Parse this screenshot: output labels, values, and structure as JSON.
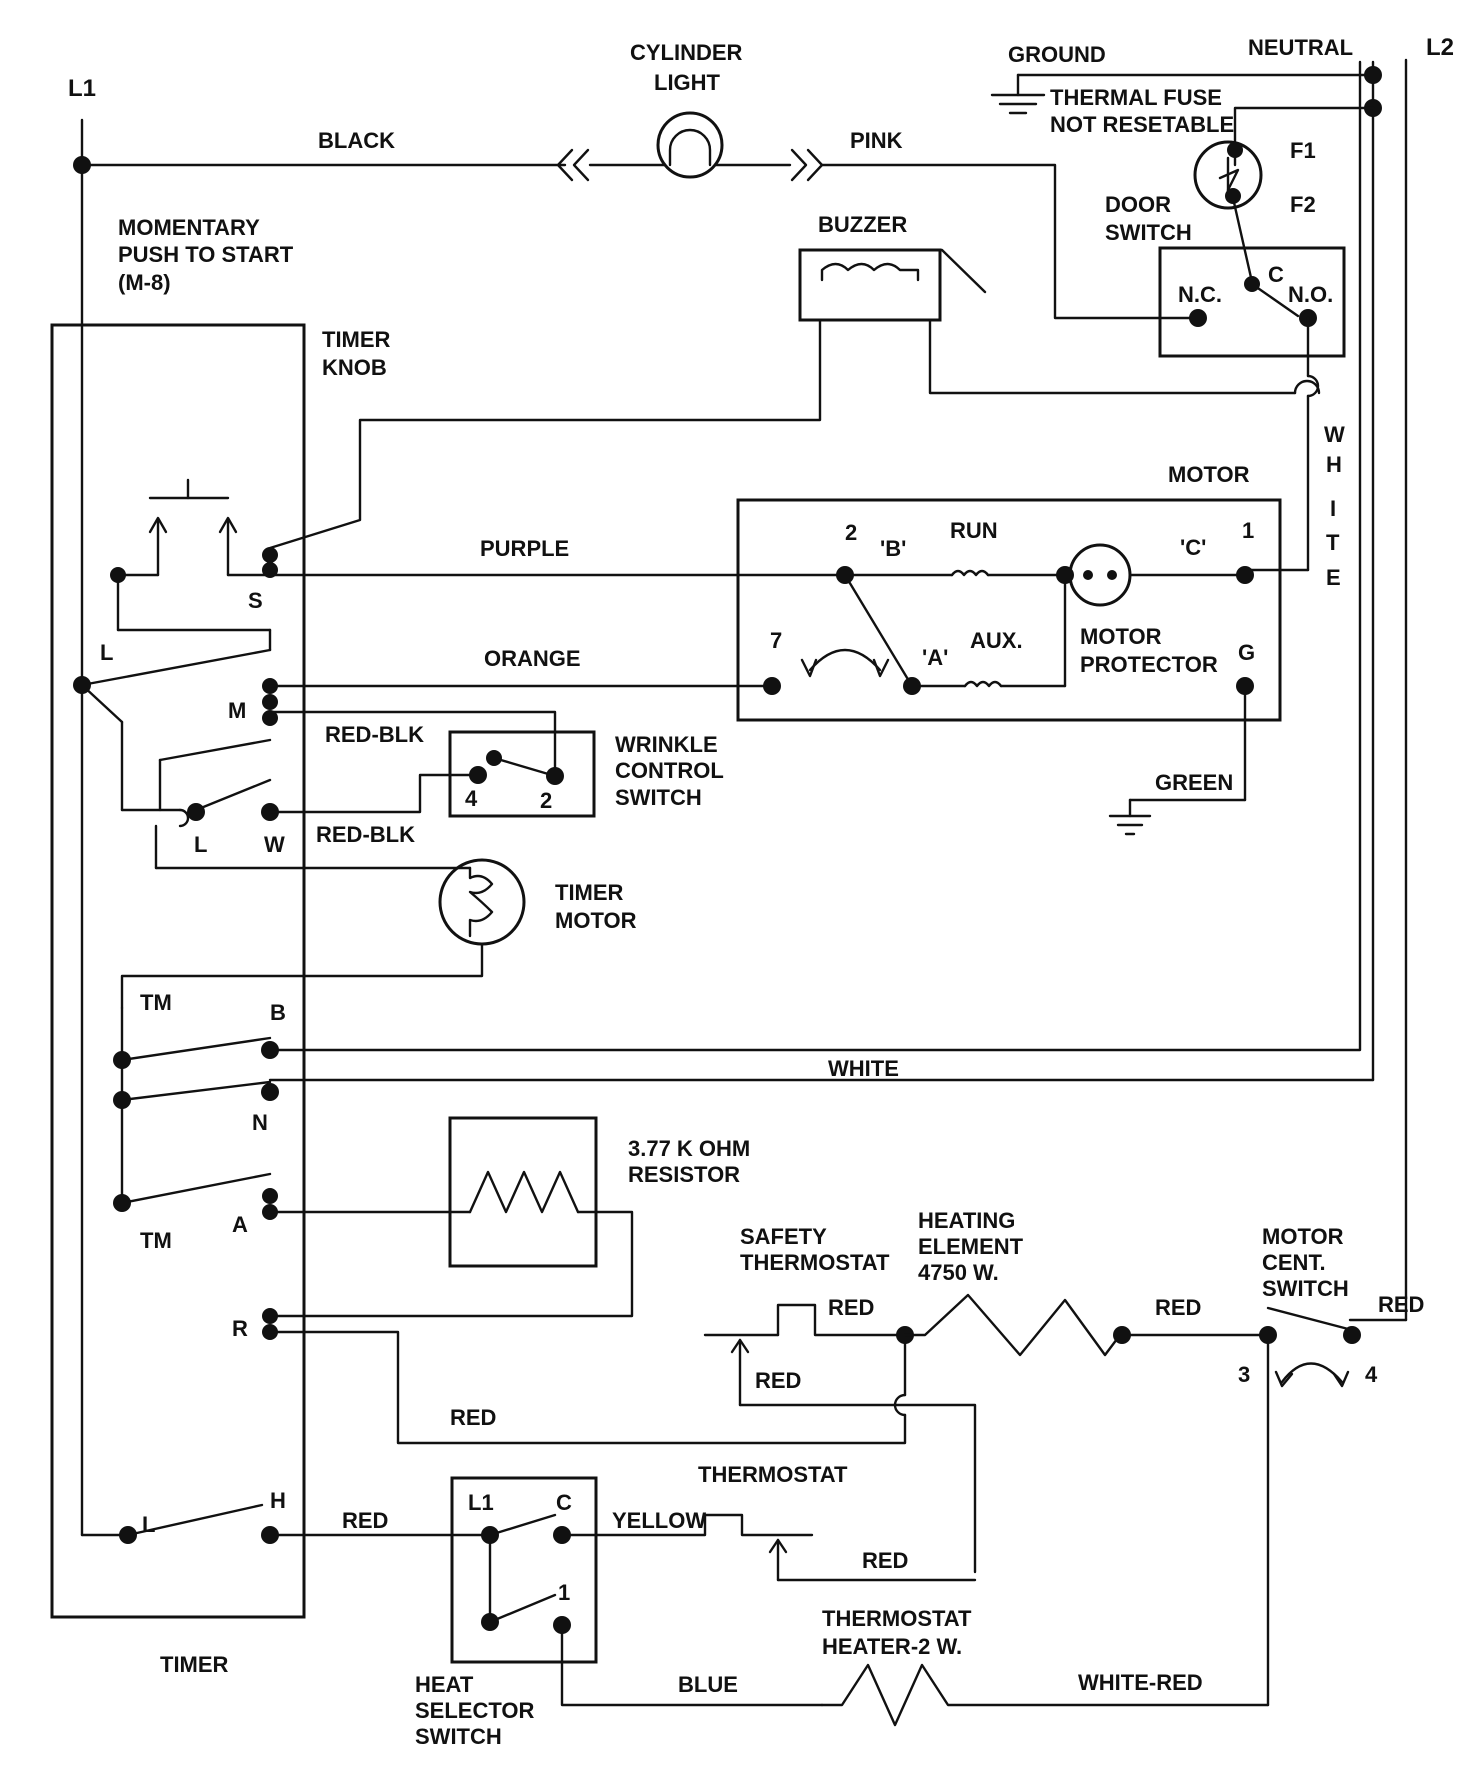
{
  "lines": {
    "l1": "L1",
    "l2": "L2",
    "ground": "GROUND",
    "neutral": "NEUTRAL"
  },
  "wires": {
    "black": "BLACK",
    "pink": "PINK",
    "purple": "PURPLE",
    "orange": "ORANGE",
    "red_blk_1": "RED-BLK",
    "red_blk_2": "RED-BLK",
    "white": "WHITE",
    "white_vertical": [
      "W",
      "H",
      "I",
      "T",
      "E"
    ],
    "green": "GREEN",
    "red_timer_h": "RED",
    "yellow": "YELLOW",
    "blue": "BLUE",
    "white_red": "WHITE-RED",
    "red_res": "RED",
    "red_safety_low": "RED",
    "red_safety": "RED",
    "red_element": "RED",
    "red_cent": "RED",
    "red_thermostat": "RED"
  },
  "components": {
    "cylinder_light": [
      "CYLINDER",
      "LIGHT"
    ],
    "thermal_fuse": [
      "THERMAL FUSE",
      "NOT RESETABLE"
    ],
    "fuse_terminals": [
      "F1",
      "F2"
    ],
    "door_switch": [
      "DOOR",
      "SWITCH"
    ],
    "door_terminals": {
      "nc": "N.C.",
      "c": "C",
      "no": "N.O."
    },
    "buzzer": "BUZZER",
    "momentary": [
      "MOMENTARY",
      "PUSH TO START",
      "(M-8)"
    ],
    "timer_knob": [
      "TIMER",
      "KNOB"
    ],
    "motor": "MOTOR",
    "motor_labels": {
      "t2": "2",
      "b": "'B'",
      "run": "RUN",
      "c": "'C'",
      "t1": "1",
      "t7": "7",
      "a": "'A'",
      "aux": "AUX.",
      "g": "G"
    },
    "motor_protector": [
      "MOTOR",
      "PROTECTOR"
    ],
    "wrinkle_switch": [
      "WRINKLE",
      "CONTROL",
      "SWITCH"
    ],
    "wrinkle_terminals": [
      "4",
      "2"
    ],
    "timer_motor": [
      "TIMER",
      "MOTOR"
    ],
    "resistor": [
      "3.77 K OHM",
      "RESISTOR"
    ],
    "safety_thermostat": [
      "SAFETY",
      "THERMOSTAT"
    ],
    "heating_element": [
      "HEATING",
      "ELEMENT",
      "4750 W."
    ],
    "motor_cent_switch": [
      "MOTOR",
      "CENT.",
      "SWITCH"
    ],
    "cent_terminals": [
      "3",
      "4"
    ],
    "thermostat": "THERMOSTAT",
    "heat_selector": [
      "HEAT",
      "SELECTOR",
      "SWITCH"
    ],
    "heat_selector_terminals": {
      "l1": "L1",
      "c": "C",
      "t1": "1"
    },
    "thermostat_heater": [
      "THERMOSTAT",
      "HEATER-2 W."
    ],
    "timer": "TIMER"
  },
  "timer_terminals": {
    "s": "S",
    "l": "L",
    "m": "M",
    "l2": "L",
    "w": "W",
    "tm": "TM",
    "b": "B",
    "n": "N",
    "tm2": "TM",
    "a": "A",
    "r": "R",
    "l3": "L",
    "h": "H"
  }
}
